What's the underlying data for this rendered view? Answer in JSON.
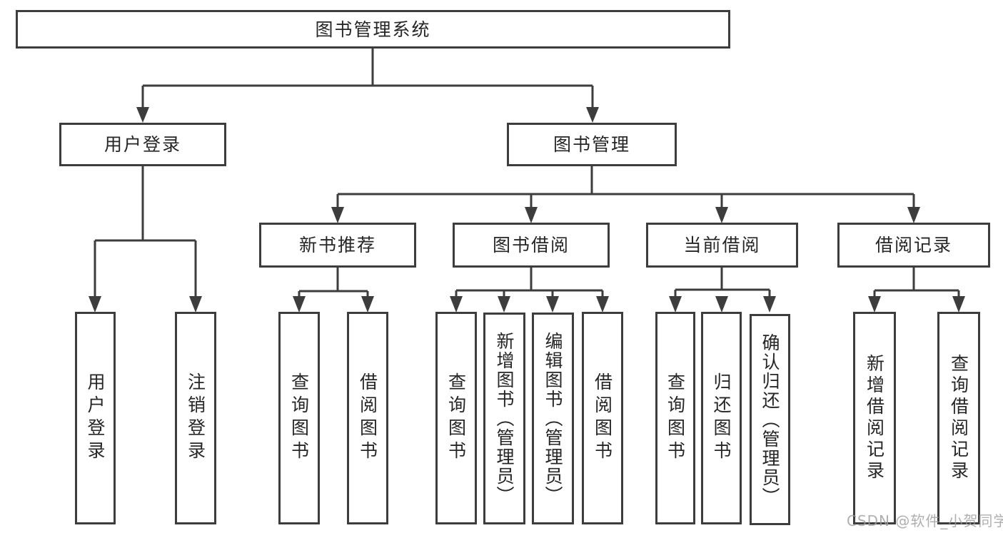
{
  "diagram": {
    "root": {
      "label": "图书管理系统"
    },
    "branches": [
      {
        "label": "用户登录",
        "children": [
          {
            "label": "用户登录"
          },
          {
            "label": "注销登录"
          }
        ]
      },
      {
        "label": "图书管理",
        "children": [
          {
            "label": "新书推荐",
            "children": [
              {
                "label": "查询图书"
              },
              {
                "label": "借阅图书"
              }
            ]
          },
          {
            "label": "图书借阅",
            "children": [
              {
                "label": "查询图书"
              },
              {
                "label": "新增图书（管理员）"
              },
              {
                "label": "编辑图书（管理员）"
              },
              {
                "label": "借阅图书"
              }
            ]
          },
          {
            "label": "当前借阅",
            "children": [
              {
                "label": "查询图书"
              },
              {
                "label": "归还图书"
              },
              {
                "label": "确认归还（管理员）"
              }
            ]
          },
          {
            "label": "借阅记录",
            "children": [
              {
                "label": "新增借阅记录"
              },
              {
                "label": "查询借阅记录"
              }
            ]
          }
        ]
      }
    ]
  },
  "watermark": {
    "text": "CSDN @软件_小贺同学"
  },
  "colors": {
    "line": "#3d3d3d",
    "box_border": "#3d3d3d",
    "text": "#262626",
    "background": "#ffffff",
    "watermark": "#9c9c9c"
  }
}
